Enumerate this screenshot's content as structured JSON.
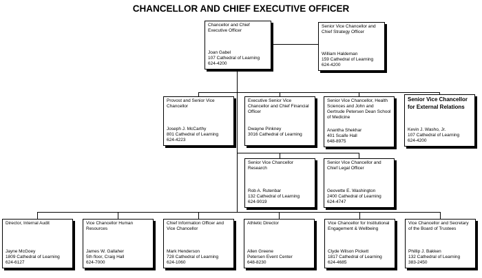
{
  "page_title": "CHANCELLOR AND CHIEF EXECUTIVE OFFICER",
  "colors": {
    "background": "#ffffff",
    "box_background": "#ffffff",
    "box_border": "#000000",
    "box_shadow": "#000000",
    "connector_line": "#000000",
    "text": "#000000"
  },
  "boxes": {
    "chancellor": {
      "title": "Chancellor and Chief Executive Officer",
      "name": "Joan Gabel",
      "location": "107 Cathedral of Learning",
      "phone": "624-4200"
    },
    "strategy": {
      "title": "Senior Vice Chancellor and Chief Strategy Officer",
      "name": "William Haldeman",
      "location": "159 Cathedral of Learning",
      "phone": "624-4200"
    },
    "provost": {
      "title": "Provost and Senior Vice Chancellor",
      "name": "Joseph J. McCarthy",
      "location": "801 Cathedral of Learning",
      "phone": "624-4223"
    },
    "executive": {
      "title": "Executive Senior Vice Chancellor and Chief Financial Officer",
      "name": "Dwayne Pinkney",
      "location": "3016 Cathedral of Learning",
      "phone": ""
    },
    "health": {
      "title": "Senior Vice Chancellor, Health Sciences and John and Gertrude Petersen Dean School of Medicine",
      "name": "Anantha Shekhar",
      "location": "401 Scaife Hall",
      "phone": "648-8975"
    },
    "external": {
      "title": "Senior Vice Chancellor for External Relations",
      "name": "Kevin J. Washo, Jr.",
      "location": "107 Cathedral of Learning",
      "phone": "624-4200"
    },
    "research": {
      "title": "Senior Vice Chancellor Research",
      "name": "Rob A. Rutenbar",
      "location": "132 Cathedral of Learning",
      "phone": "624-9019"
    },
    "legal": {
      "title": "Senior Vice Chancellor and Chief Legal Officer",
      "name": "Geovette E. Washington",
      "location": "2400 Cathedral of Learning",
      "phone": "624-4747"
    },
    "audit": {
      "title": "Director, Internal Audit",
      "name": "Jayne McGoey",
      "location": "1809 Cathedral of Learning",
      "phone": "624-6127"
    },
    "hr": {
      "title": "Vice Chancellor Human Resources",
      "name": "James W. Gallaher",
      "location": "5th floor, Craig Hall",
      "phone": "624-7000"
    },
    "cio": {
      "title": "Chief Information Officer and Vice Chancellor",
      "name": "Mark Henderson",
      "location": "728 Cathedral of Learning",
      "phone": "624-1060"
    },
    "athletics": {
      "title": "Athletic Director",
      "name": "Allen Greene",
      "location": "Petersen Event Center",
      "phone": "648-8230"
    },
    "engagement": {
      "title": "Vice Chancellor for Institutional Engagement & Wellbeing",
      "name": "Clyde Wilson Pickett",
      "location": "1817 Cathedral of Learning",
      "phone": "624-4685"
    },
    "board": {
      "title": "Vice Chancellor and Secretary of the Board of Trustees",
      "name": "Phillip J. Bakken",
      "location": "132 Cathedral of Learning",
      "phone": "383-2450"
    }
  }
}
